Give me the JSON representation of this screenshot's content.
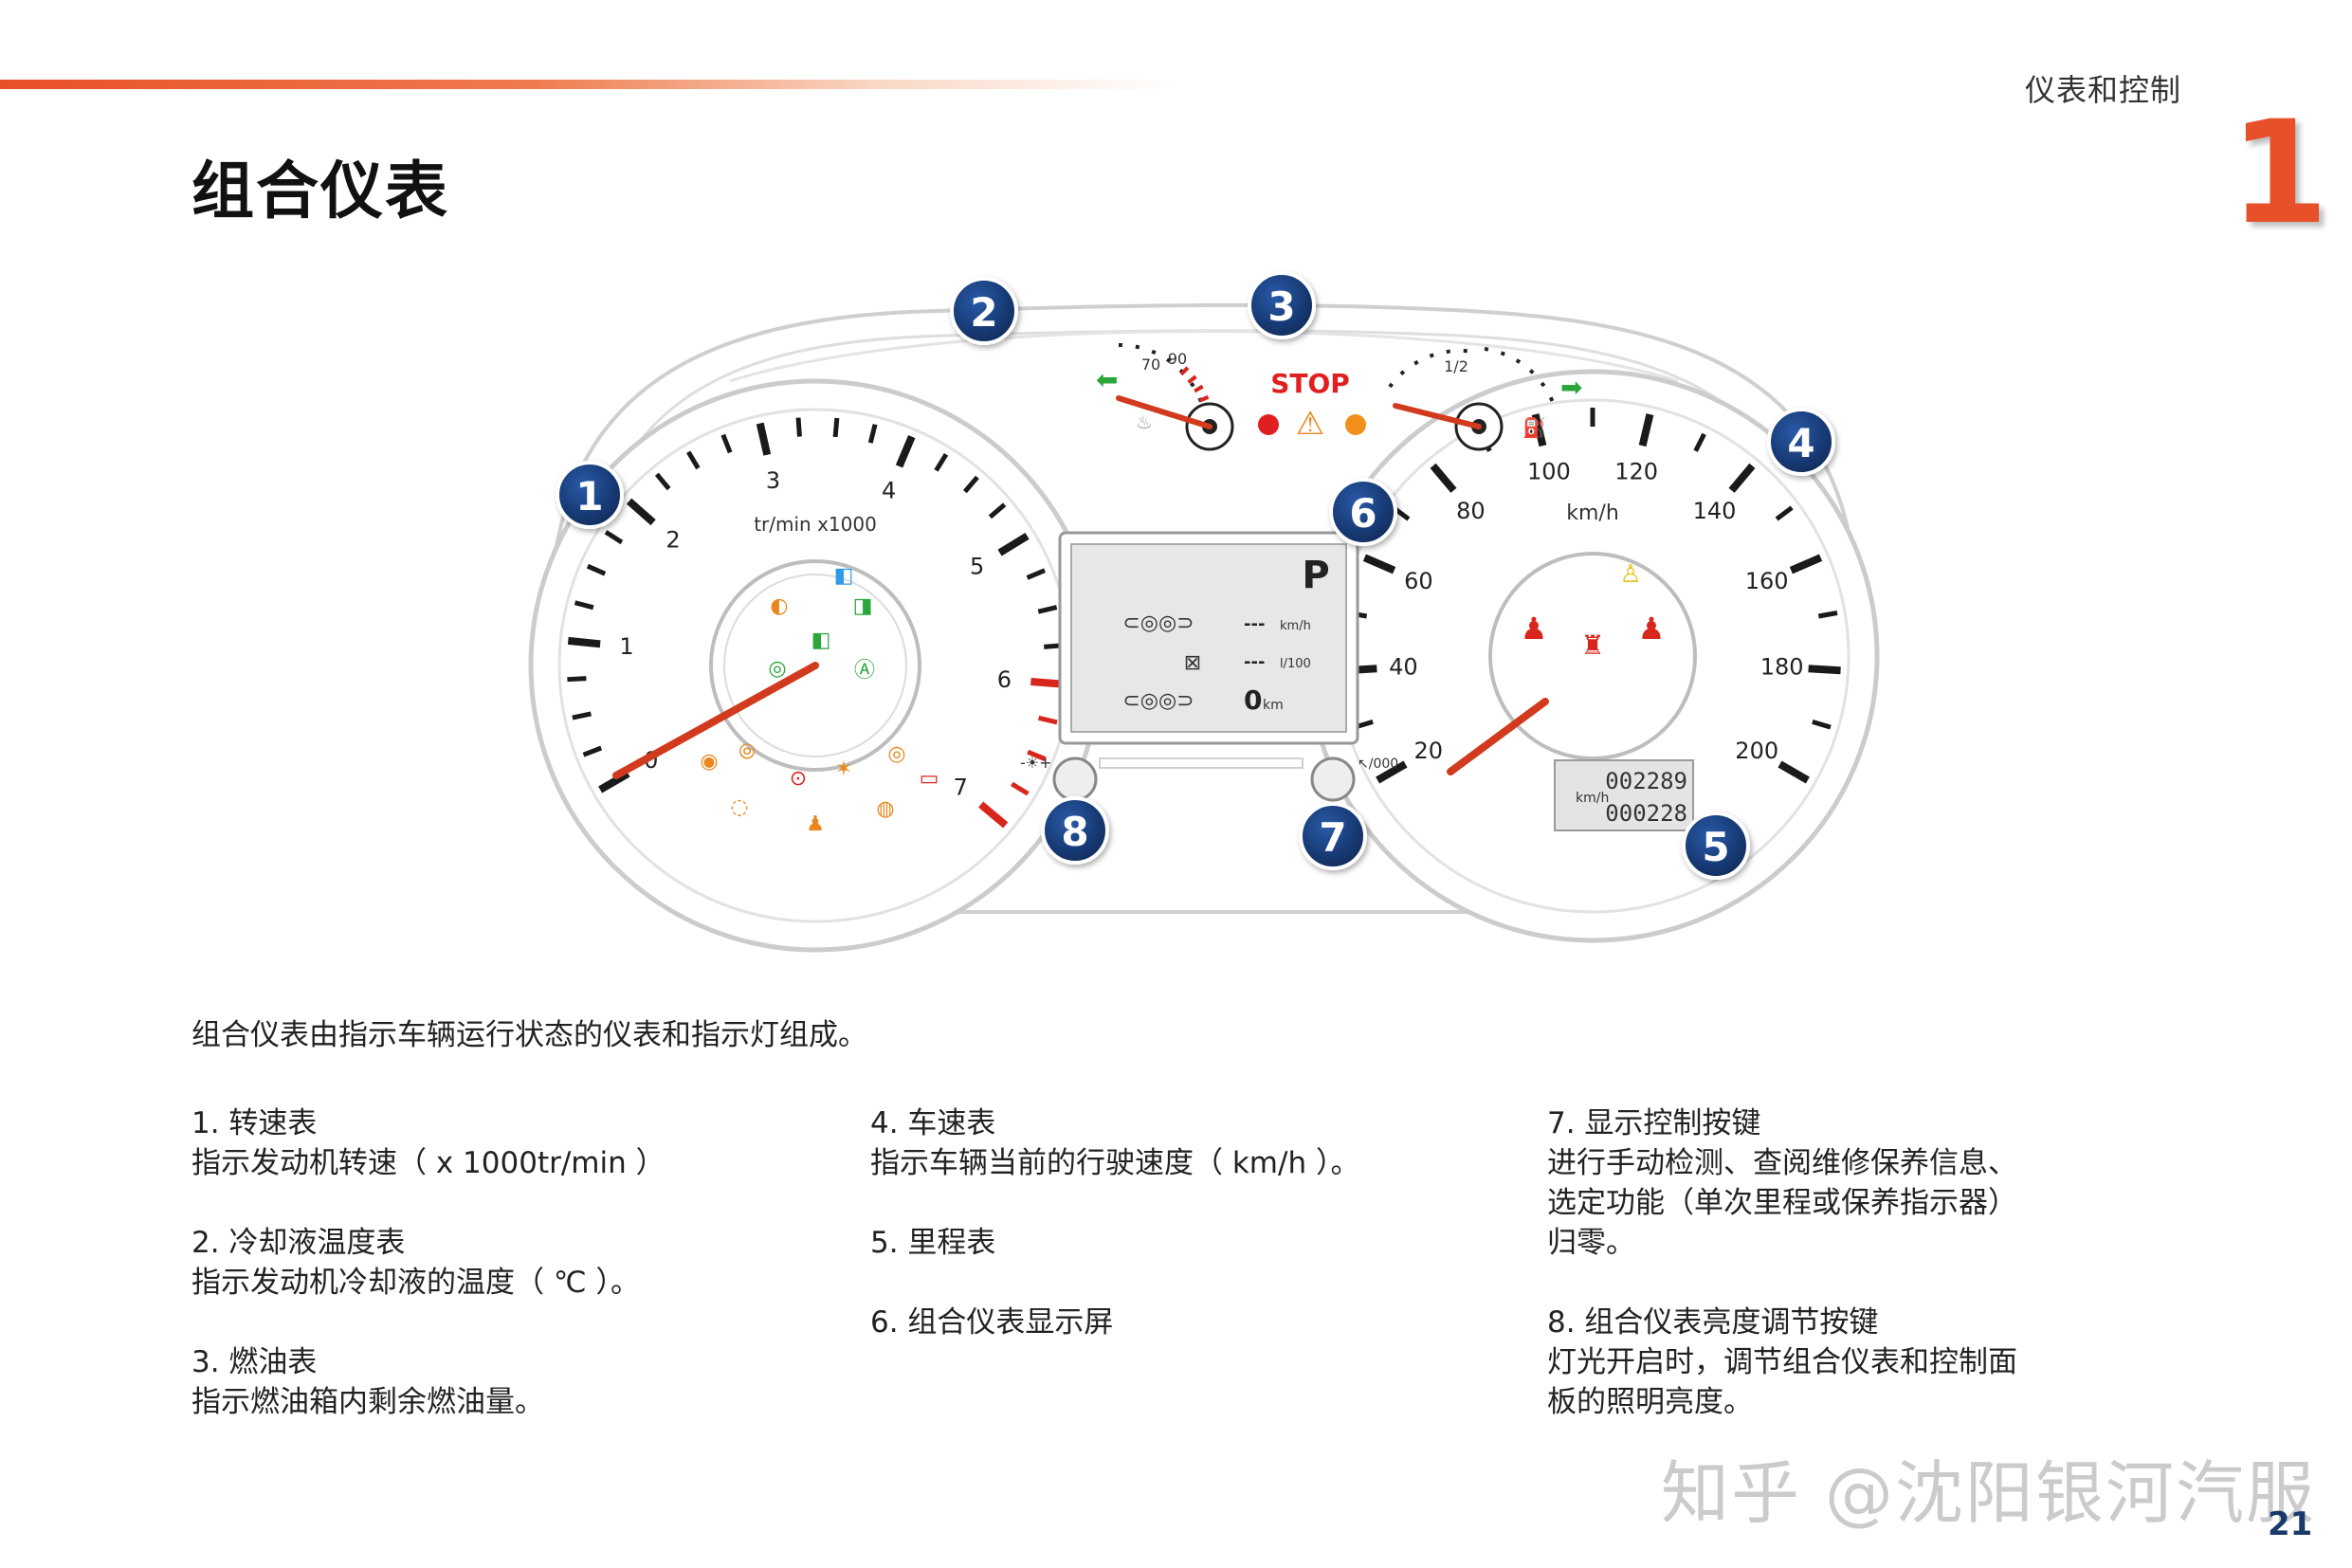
{
  "header": {
    "section": "仪表和控制",
    "chapter": "1"
  },
  "title": "组合仪表",
  "figure": {
    "callouts": [
      "1",
      "2",
      "3",
      "4",
      "5",
      "6",
      "7",
      "8"
    ],
    "tach": {
      "unit_label": "tr/min x1000",
      "ticks": [
        "0",
        "1",
        "2",
        "3",
        "4",
        "5",
        "6",
        "7"
      ]
    },
    "speedo": {
      "unit_label": "km/h",
      "ticks": [
        "20",
        "40",
        "60",
        "80",
        "100",
        "120",
        "140",
        "160",
        "180",
        "200"
      ]
    },
    "temp": {
      "ticks": [
        "70",
        "90"
      ]
    },
    "fuel": {
      "ticks": [
        "1/2"
      ]
    },
    "stop_label": "STOP",
    "display": {
      "gear": "P",
      "speed_unit": "km/h",
      "consumption_unit": "l/100",
      "range_value": "0",
      "range_unit": "km",
      "dashes": "---"
    },
    "odometer": {
      "unit": "km/h",
      "total": "002289",
      "trip": "000228"
    },
    "button_left_label": "-☀+",
    "button_right_label": "↖/000"
  },
  "intro": "组合仪表由指示车辆运行状态的仪表和指示灯组成。",
  "items": [
    {
      "heading": "1. 转速表",
      "desc": [
        "指示发动机转速（ x 1000tr/min ）"
      ]
    },
    {
      "heading": "2. 冷却液温度表",
      "desc": [
        "指示发动机冷却液的温度（ ℃ ）。"
      ]
    },
    {
      "heading": "3. 燃油表",
      "desc": [
        "指示燃油箱内剩余燃油量。"
      ]
    },
    {
      "heading": "4. 车速表",
      "desc": [
        "指示车辆当前的行驶速度（ km/h ）。"
      ]
    },
    {
      "heading": "5. 里程表",
      "desc": []
    },
    {
      "heading": "6. 组合仪表显示屏",
      "desc": []
    },
    {
      "heading": "7. 显示控制按键",
      "desc": [
        "进行手动检测、查阅维修保养信息、",
        "选定功能（单次里程或保养指示器）",
        "归零。"
      ]
    },
    {
      "heading": "8. 组合仪表亮度调节按键",
      "desc": [
        "灯光开启时，调节组合仪表和控制面",
        "板的照明亮度。"
      ]
    }
  ],
  "watermark": "知乎 @沈阳银河汽服",
  "page_number": "21",
  "colors": {
    "accent": "#e8502a",
    "callout": "#16356b",
    "needle": "#d23a1e"
  }
}
